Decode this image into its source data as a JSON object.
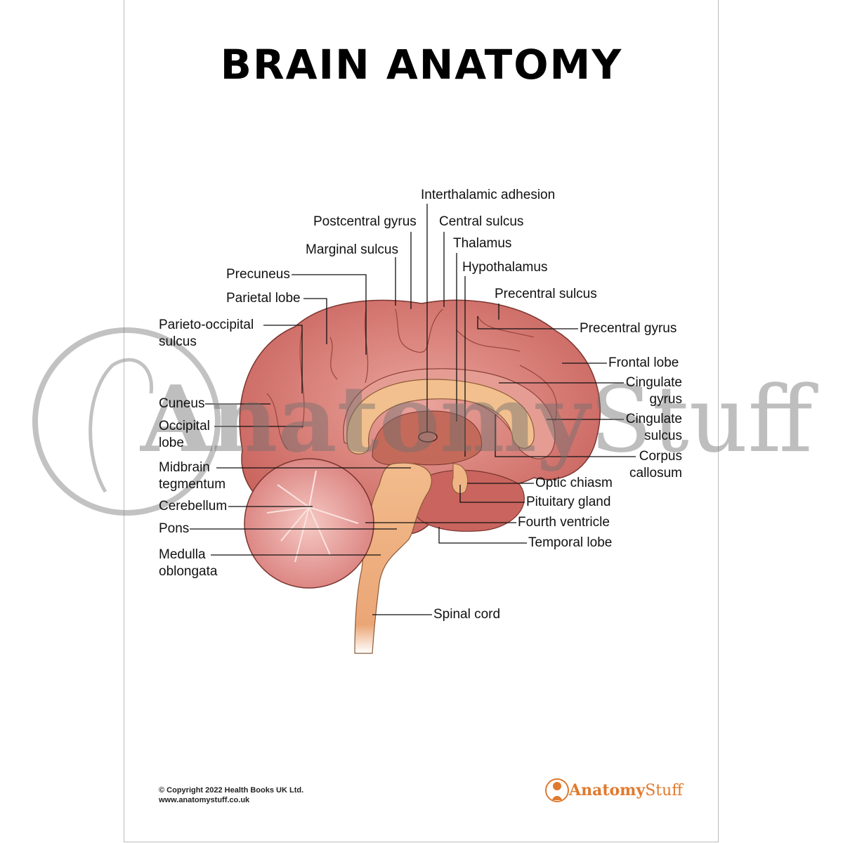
{
  "title": "BRAIN ANATOMY",
  "labels": {
    "interthalamic_adhesion": "Interthalamic adhesion",
    "postcentral_gyrus": "Postcentral gyrus",
    "central_sulcus": "Central sulcus",
    "marginal_sulcus": "Marginal sulcus",
    "thalamus": "Thalamus",
    "hypothalamus": "Hypothalamus",
    "precuneus": "Precuneus",
    "parietal_lobe": "Parietal lobe",
    "precentral_sulcus": "Precentral sulcus",
    "precentral_gyrus": "Precentral gyrus",
    "parieto_occipital_sulcus": [
      "Parieto-occipital",
      "sulcus"
    ],
    "frontal_lobe": "Frontal lobe",
    "cingulate_gyrus": [
      "Cingulate",
      "gyrus"
    ],
    "cingulate_sulcus": [
      "Cingulate",
      "sulcus"
    ],
    "corpus_callosum": [
      "Corpus",
      "callosum"
    ],
    "optic_chiasm": "Optic chiasm",
    "pituitary_gland": "Pituitary gland",
    "fourth_ventricle": "Fourth ventricle",
    "temporal_lobe": "Temporal lobe",
    "spinal_cord": "Spinal cord",
    "cuneus": "Cuneus",
    "occipital_lobe": [
      "Occipital",
      "lobe"
    ],
    "midbrain_tegmentum": [
      "Midbrain",
      "tegmentum"
    ],
    "cerebellum": "Cerebellum",
    "pons": "Pons",
    "medulla_oblongata": [
      "Medulla",
      "oblongata"
    ]
  },
  "watermark": {
    "bold": "Anatomy",
    "light": "Stuff"
  },
  "footer": {
    "copyright": "© Copyright 2022 Health Books UK Ltd.",
    "website": "www.anatomystuff.co.uk",
    "logo_bold": "Anatomy",
    "logo_light": "Stuff"
  },
  "colors": {
    "cerebrum": "#d8837c",
    "cerebellum": "#e39a97",
    "brainstem": "#f0b585",
    "corpus_callosum": "#f2c08e",
    "logo": "#e07a2e"
  }
}
